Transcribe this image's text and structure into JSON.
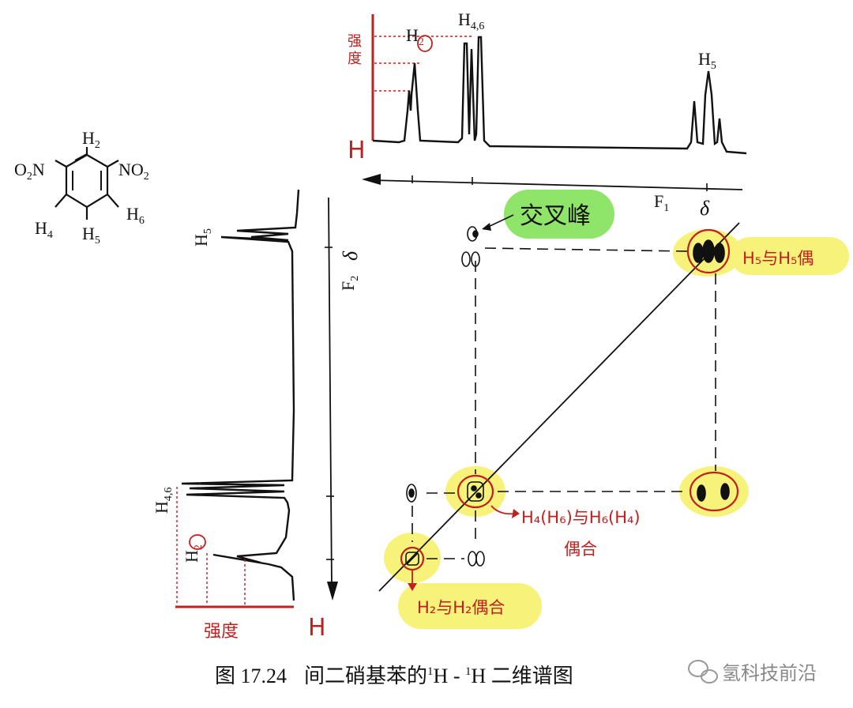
{
  "molecule": {
    "h2": "H",
    "h2_sub": "2",
    "left_group": "O",
    "left_group_sub": "2",
    "left_group_tail": "N",
    "right_group": "NO",
    "right_group_sub": "2",
    "h4": "H",
    "h4_sub": "4",
    "h6": "H",
    "h6_sub": "6",
    "h5": "H",
    "h5_sub": "5"
  },
  "top_spectrum": {
    "intensity_label_1": "强",
    "intensity_label_2": "度",
    "h_axis_mark": "H",
    "peak_h2": "H",
    "peak_h2_sub": "2",
    "peak_h46": "H",
    "peak_h46_sub": "4,6",
    "peak_h5": "H",
    "peak_h5_sub": "5",
    "axis_label": "F",
    "axis_label_sub": "1",
    "delta_label": "δ"
  },
  "left_spectrum": {
    "peak_h5": "H",
    "peak_h5_sub": "5",
    "peak_h46": "H",
    "peak_h46_sub": "4,6",
    "peak_h2": "H",
    "peak_h2_sub": "2",
    "axis_label": "F",
    "axis_label_sub": "2",
    "delta_label": "δ",
    "intensity_label": "强度",
    "h_axis_mark": "H"
  },
  "annotations": {
    "cross_peak": "交叉峰",
    "h5_h5": "H₅与H₅偶",
    "h46_coupling": "H₄(H₆)与H₆(H₄)",
    "h46_coupling_2": "偶合",
    "h2_h2": "H₂与H₂偶合"
  },
  "caption": {
    "figure": "图 17.24",
    "title_a": "间二硝基苯的",
    "sup1": "1",
    "h1": "H",
    "dash": " - ",
    "sup2": "1",
    "h2": "H",
    "title_b": " 二维谱图"
  },
  "watermark": {
    "text": "氢科技前沿",
    "icon": "wechat-icon"
  },
  "colors": {
    "ink": "#111111",
    "annotation_red": "#c0201e",
    "highlight_yellow": "#f6f27a",
    "bubble_green": "#8fe46a"
  }
}
